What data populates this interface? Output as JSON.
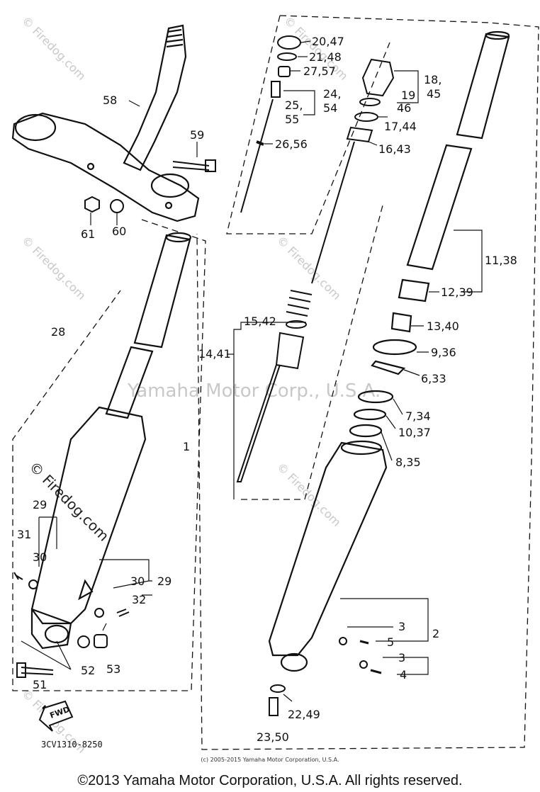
{
  "diagram": {
    "watermark_center": "Yamaha Motor Corp., U.S.A.",
    "watermark_site": "© Firedog.com",
    "reference_code": "3CV1310-8250",
    "small_copyright": "(c) 2005-2015 Yamaha Motor Corporation, U.S.A.",
    "footer": "©2013 Yamaha Motor Corporation, U.S.A. All rights reserved.",
    "fwd_label": "FWD",
    "labels": {
      "p20_47": "20,47",
      "p21_48": "21,48",
      "p27_57": "27,57",
      "p24_54a": "24,",
      "p24_54b": "54",
      "p25_55a": "25,",
      "p25_55b": "55",
      "p26_56": "26,56",
      "p18_45a": "18,",
      "p18_45b": "45",
      "p19": "19",
      "p46": "46",
      "p17_44": "17,44",
      "p16_43": "16,43",
      "p58": "58",
      "p59": "59",
      "p61": "61",
      "p60": "60",
      "p11_38": "11,38",
      "p12_39": "12,39",
      "p13_40": "13,40",
      "p9_36": "9,36",
      "p6_33": "6,33",
      "p15_42": "15,42",
      "p14_41": "14,41",
      "p7_34": "7,34",
      "p10_37": "10,37",
      "p8_35": "8,35",
      "p28": "28",
      "p1": "1",
      "p29a": "29",
      "p31": "31",
      "p30a": "30",
      "p30b": "30",
      "p29b": "29",
      "p32": "32",
      "p52": "52",
      "p53": "53",
      "p51": "51",
      "p3a": "3",
      "p2": "2",
      "p5": "5",
      "p3b": "3",
      "p4": "4",
      "p22_49": "22,49",
      "p23_50": "23,50"
    }
  }
}
